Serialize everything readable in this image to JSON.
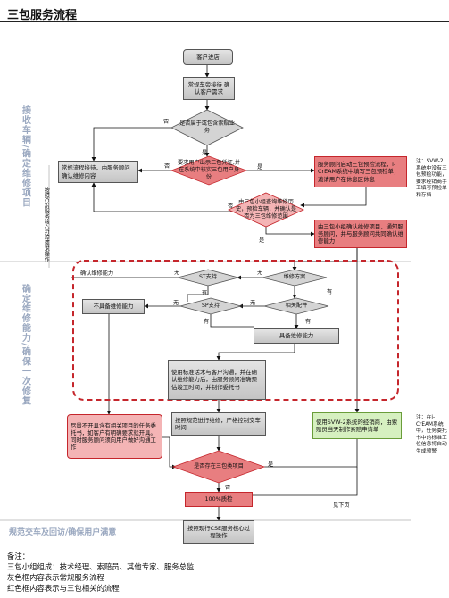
{
  "title": "三包服务流程",
  "side_labels": {
    "s1": "接收车辆/确定维修项目",
    "s2": "确定维修能力/确保一次修复",
    "s3": "规范交车及回访/确保用户满意"
  },
  "vertical_note": "按照CSE服务核心过程要求操作",
  "nodes": {
    "start": "客户进店",
    "reception": "常规车旁接待 确认客户需求",
    "d_scope": "是否属于或包含索赔业务",
    "routine": "常规流程接待，由服务顾问确认维修内容",
    "d_request": "要求用户出示三包凭证,并在系统中核实三包用户身份",
    "icream": "服务顾问启动三包预检流程，i-CrEAM系统中填写三包预检单；邀请用户在休息区休息",
    "d_history": "由三包小组查询维修历史，预检车辆，并确认是否为三包维修范围",
    "confirm": "由三包小组确认维修项目，通知服务顾问，并与服务顾问共同确认维修能力",
    "confirm_cap": "确认维修能力",
    "d_st": "ST支持",
    "d_plan": "维修方案",
    "no_cap": "不具备维修能力",
    "d_sp": "SP支持",
    "d_parts": "相关配件",
    "has_cap": "具备维修能力",
    "communicate": "使用标准话术与客户沟通，并在确认维修能力后，由服务顾问准确预估竣工时间，并制作委托书",
    "tasks": "尽量不开具含有相关项目的任务委托书，如客户有明确要求就开具。同时服务顾问须向用户做好沟通工作",
    "execute": "按照规范进行维修，严格控制交车时间",
    "svw": "使用SVW-2系统的经销商，由索赔员当天制作索赔申请单",
    "d_three": "是否存在三包类项目",
    "qc": "100%质检",
    "delivery": "按照现行CSE服务核心过程操作"
  },
  "edge_labels": {
    "no": "否",
    "yes": "是",
    "none": "无",
    "have": "有"
  },
  "side_notes": {
    "n1": "注：SVW-2系统中没有三包预检功能，要求经销商手工填写预检单和存档",
    "n2": "注：在i-CrEAM系统中，任务委托书中的标准工位信息将自动生成预警"
  },
  "see_next": "见下页",
  "footer": {
    "l1": "备注：",
    "l2": "三包小组组成：技术经理、索赔员、其他专家、服务总监",
    "l3": "灰色框内容表示常规服务流程",
    "l4": "红色框内容表示与三包相关的流程"
  },
  "colors": {
    "grey_box": "#d4d4d4",
    "red_box": "#e87e80",
    "red_border": "#c5262c",
    "green_box": "#d6f0c0",
    "side_text": "#9aa8c0"
  }
}
